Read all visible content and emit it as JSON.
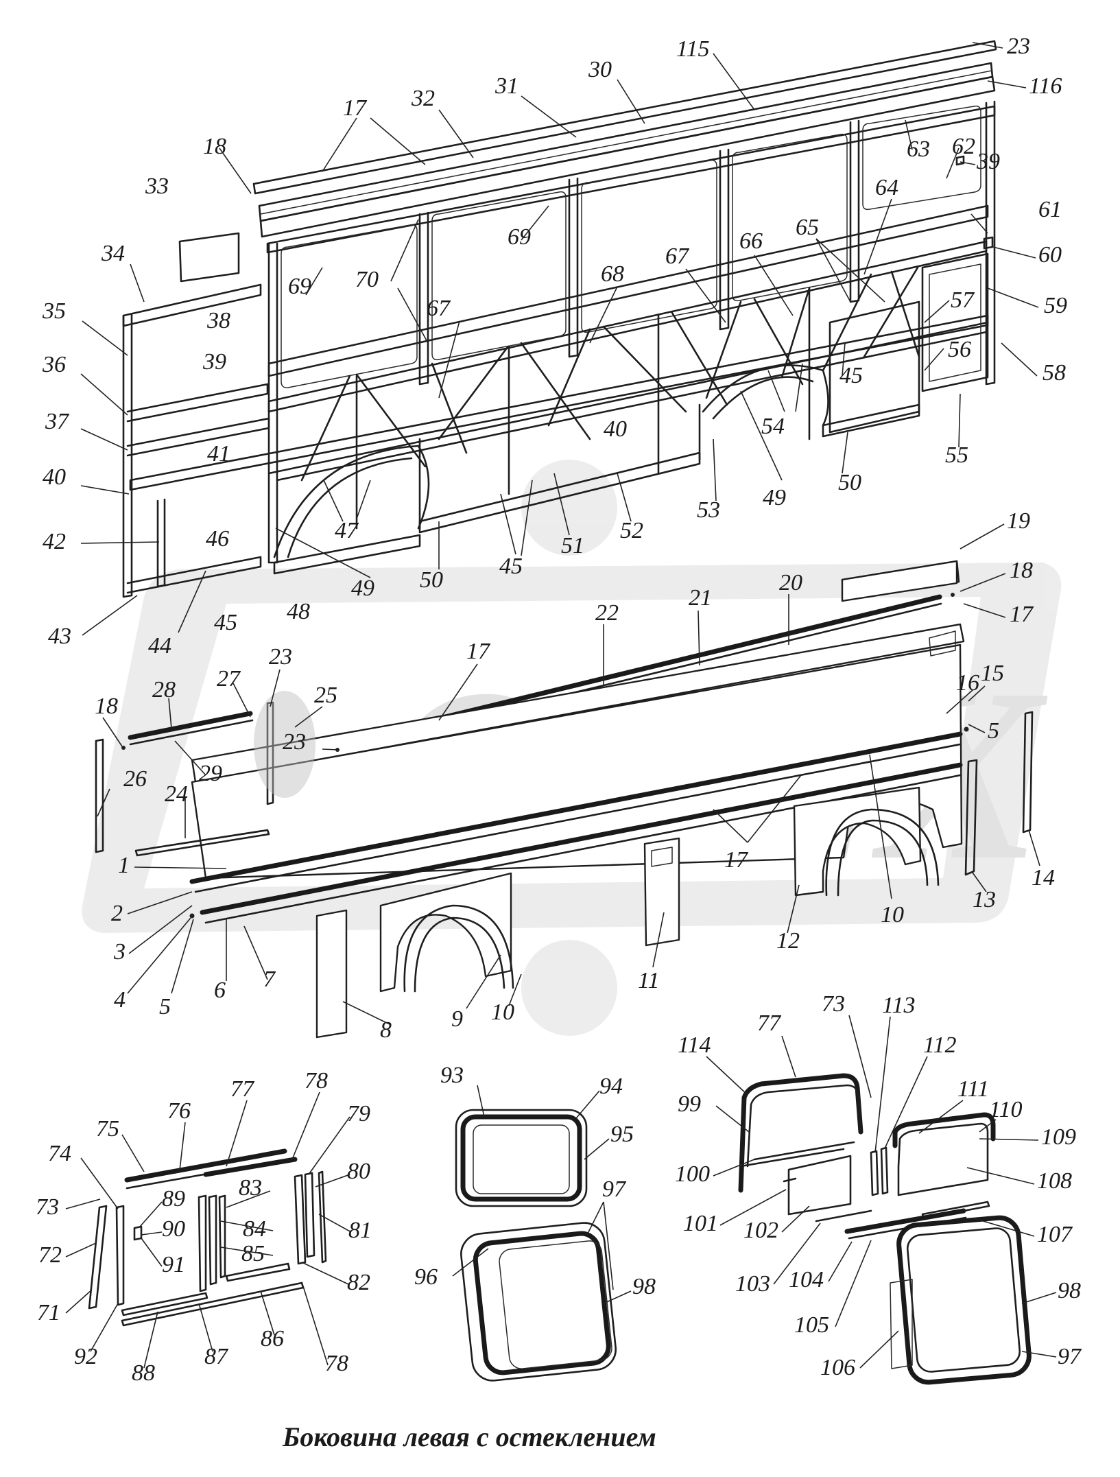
{
  "caption": "Боковина левая с остеклением",
  "watermark": "OPEX",
  "callouts_frame": [
    "115",
    "30",
    "31",
    "32",
    "17",
    "18",
    "23",
    "116",
    "33",
    "34",
    "35",
    "36",
    "37",
    "38",
    "39",
    "40",
    "41",
    "42",
    "43",
    "44",
    "45",
    "46",
    "47",
    "48",
    "49",
    "50",
    "51",
    "52",
    "53",
    "54",
    "55",
    "56",
    "57",
    "58",
    "59",
    "60",
    "61",
    "62",
    "63",
    "64",
    "65",
    "66",
    "67",
    "68",
    "69",
    "70"
  ],
  "callouts_panels": [
    "1",
    "2",
    "3",
    "4",
    "5",
    "6",
    "7",
    "8",
    "9",
    "10",
    "11",
    "12",
    "13",
    "14",
    "15",
    "16",
    "19",
    "20",
    "21",
    "22",
    "24",
    "25",
    "26",
    "27",
    "28",
    "29"
  ],
  "callouts_glazing": [
    "71",
    "72",
    "73",
    "74",
    "75",
    "76",
    "77",
    "78",
    "79",
    "80",
    "81",
    "82",
    "83",
    "84",
    "85",
    "86",
    "87",
    "88",
    "89",
    "90",
    "91",
    "92",
    "93",
    "94",
    "95",
    "96",
    "97",
    "98",
    "99",
    "100",
    "101",
    "102",
    "103",
    "104",
    "105",
    "106",
    "107",
    "108",
    "109",
    "110",
    "111",
    "112",
    "113",
    "114"
  ]
}
